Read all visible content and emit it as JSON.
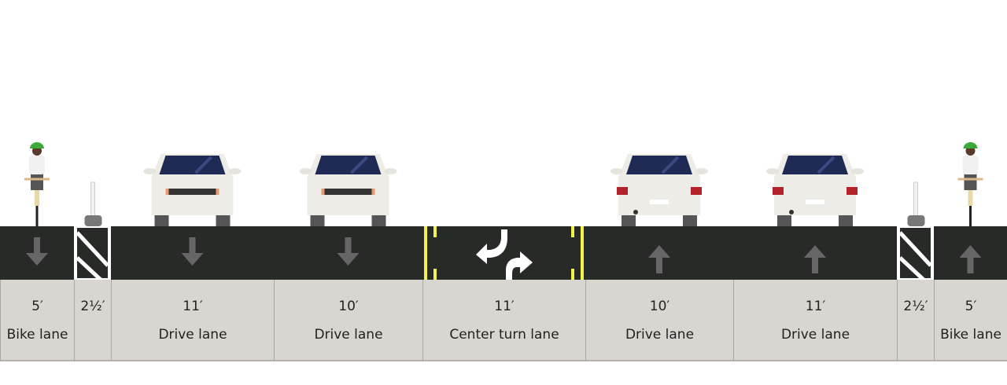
{
  "segments": [
    {
      "width": "5′",
      "name": "Bike lane",
      "type": "bike",
      "direction": "down"
    },
    {
      "width": "2½′",
      "name": "",
      "type": "buffer",
      "direction": ""
    },
    {
      "width": "11′",
      "name": "Drive lane",
      "type": "car",
      "direction": "down"
    },
    {
      "width": "10′",
      "name": "Drive lane",
      "type": "car",
      "direction": "down"
    },
    {
      "width": "11′",
      "name": "Center turn lane",
      "type": "turn",
      "direction": "both"
    },
    {
      "width": "10′",
      "name": "Drive lane",
      "type": "car",
      "direction": "up"
    },
    {
      "width": "11′",
      "name": "Drive lane",
      "type": "car",
      "direction": "up"
    },
    {
      "width": "2½′",
      "name": "",
      "type": "buffer",
      "direction": ""
    },
    {
      "width": "5′",
      "name": "Bike lane",
      "type": "bike",
      "direction": "up"
    }
  ],
  "colors": {
    "asphalt": "#282a27",
    "label_bg": "#d9d5cf",
    "yellow_line": "#f2f34a",
    "arrow": "#666666"
  }
}
